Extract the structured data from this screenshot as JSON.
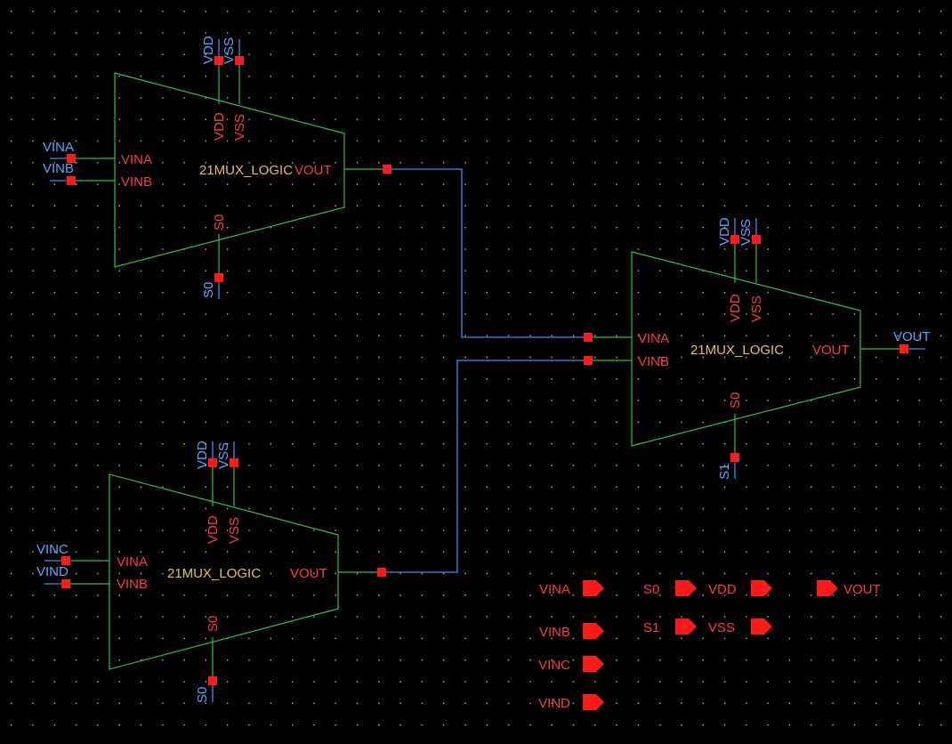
{
  "colors": {
    "background": "#000000",
    "grid_dot": "#b8b8b8",
    "symbol_outline": "#2fbf4a",
    "wire": "#3a8fe0",
    "pin": "#ff1a1a",
    "pin_label": "#ff3b3b",
    "net_label": "#5aa6ff",
    "cell_name": "#e7c14a"
  },
  "instances": [
    {
      "cell": "21MUX_LOGIC",
      "pins": {
        "in_a": "VINA",
        "in_b": "VINB",
        "out": "VOUT",
        "supply": "VDD",
        "ground": "VSS",
        "select": "S0"
      },
      "nets": {
        "in_a": "VINA",
        "in_b": "VINB",
        "supply": "VDD",
        "ground": "VSS",
        "select": "S0"
      }
    },
    {
      "cell": "21MUX_LOGIC",
      "pins": {
        "in_a": "VINA",
        "in_b": "VINB",
        "out": "VOUT",
        "supply": "VDD",
        "ground": "VSS",
        "select": "S0"
      },
      "nets": {
        "in_a": "VINC",
        "in_b": "VIND",
        "supply": "VDD",
        "ground": "VSS",
        "select": "S0"
      }
    },
    {
      "cell": "21MUX_LOGIC",
      "pins": {
        "in_a": "VINA",
        "in_b": "VINB",
        "out": "VOUT",
        "supply": "VDD",
        "ground": "VSS",
        "select": "S0"
      },
      "nets": {
        "supply": "VDD",
        "ground": "VSS",
        "select": "S1",
        "out": "VOUT"
      }
    }
  ],
  "io_pins": {
    "inputs": [
      "VINA",
      "VINB",
      "VINC",
      "VIND"
    ],
    "selects": [
      "S0",
      "S1"
    ],
    "supplies": [
      "VDD",
      "VSS"
    ],
    "outputs": [
      "VOUT"
    ]
  }
}
